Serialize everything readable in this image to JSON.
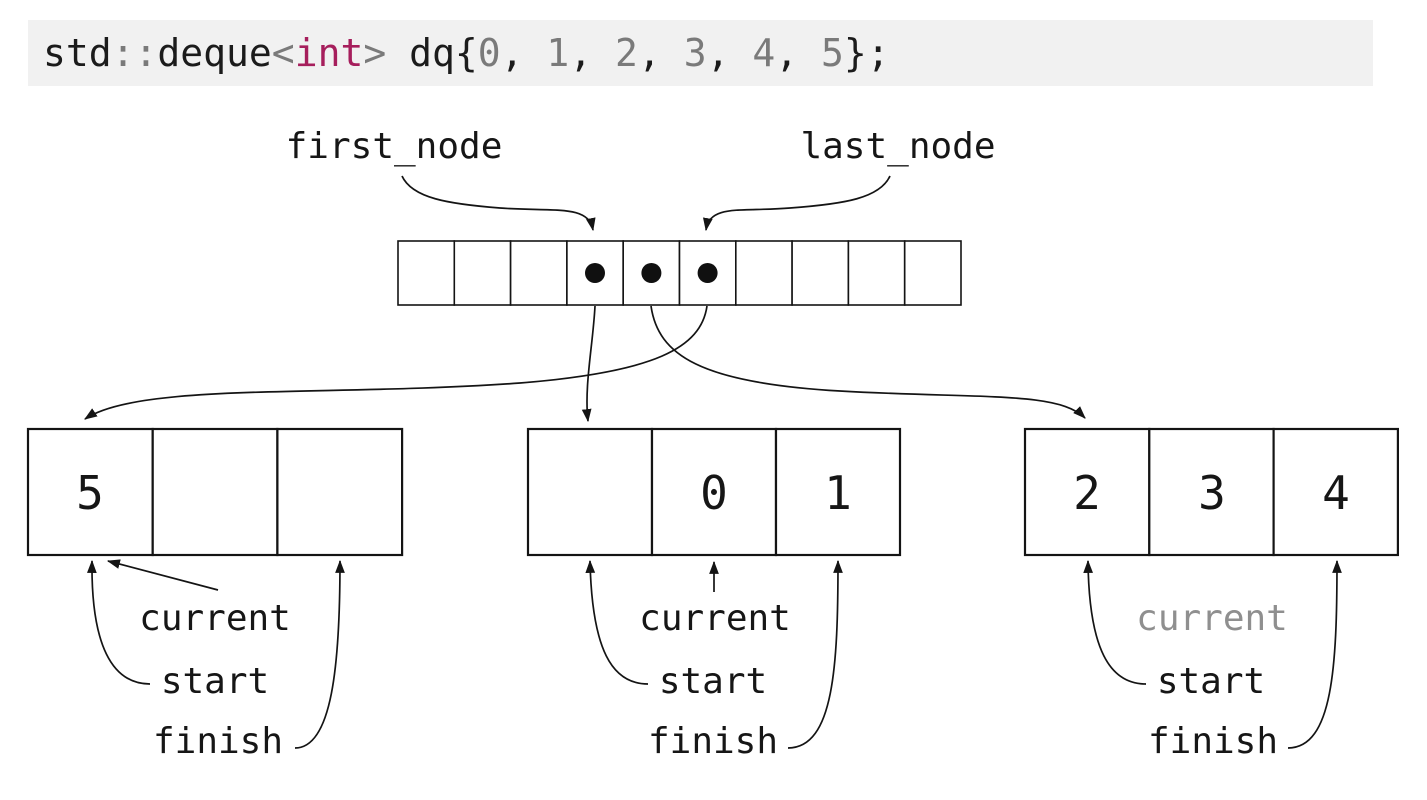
{
  "code": {
    "tokens": [
      {
        "text": "std",
        "color": "black"
      },
      {
        "text": "::",
        "color": "gray"
      },
      {
        "text": "deque",
        "color": "black"
      },
      {
        "text": "<",
        "color": "gray"
      },
      {
        "text": "int",
        "color": "crimson"
      },
      {
        "text": ">",
        "color": "gray"
      },
      {
        "text": " dq{",
        "color": "black"
      },
      {
        "text": "0",
        "color": "gray"
      },
      {
        "text": ", ",
        "color": "black"
      },
      {
        "text": "1",
        "color": "gray"
      },
      {
        "text": ", ",
        "color": "black"
      },
      {
        "text": "2",
        "color": "gray"
      },
      {
        "text": ", ",
        "color": "black"
      },
      {
        "text": "3",
        "color": "gray"
      },
      {
        "text": ", ",
        "color": "black"
      },
      {
        "text": "4",
        "color": "gray"
      },
      {
        "text": ", ",
        "color": "black"
      },
      {
        "text": "5",
        "color": "gray"
      },
      {
        "text": "};",
        "color": "black"
      }
    ],
    "colors": {
      "background": "#f1f1f1",
      "black": "#1b1b1b",
      "gray": "#7a7a7a",
      "crimson": "#a61e5c"
    }
  },
  "diagram": {
    "map": {
      "cell_count": 10,
      "dot_cells": [
        4,
        5,
        6
      ],
      "first_node_label": "first_node",
      "last_node_label": "last_node"
    },
    "nodes": [
      {
        "cells": [
          "5",
          "",
          ""
        ],
        "pointers": [
          {
            "text": "current",
            "muted": false
          },
          {
            "text": "start",
            "muted": false
          },
          {
            "text": "finish",
            "muted": false
          }
        ]
      },
      {
        "cells": [
          "",
          "0",
          "1"
        ],
        "pointers": [
          {
            "text": "current",
            "muted": false
          },
          {
            "text": "start",
            "muted": false
          },
          {
            "text": "finish",
            "muted": false
          }
        ]
      },
      {
        "cells": [
          "2",
          "3",
          "4"
        ],
        "pointers": [
          {
            "text": "current",
            "muted": true
          },
          {
            "text": "start",
            "muted": false
          },
          {
            "text": "finish",
            "muted": false
          }
        ]
      }
    ],
    "colors": {
      "line": "#141414",
      "label": "#161616",
      "muted_label": "#8f8f8f"
    }
  }
}
